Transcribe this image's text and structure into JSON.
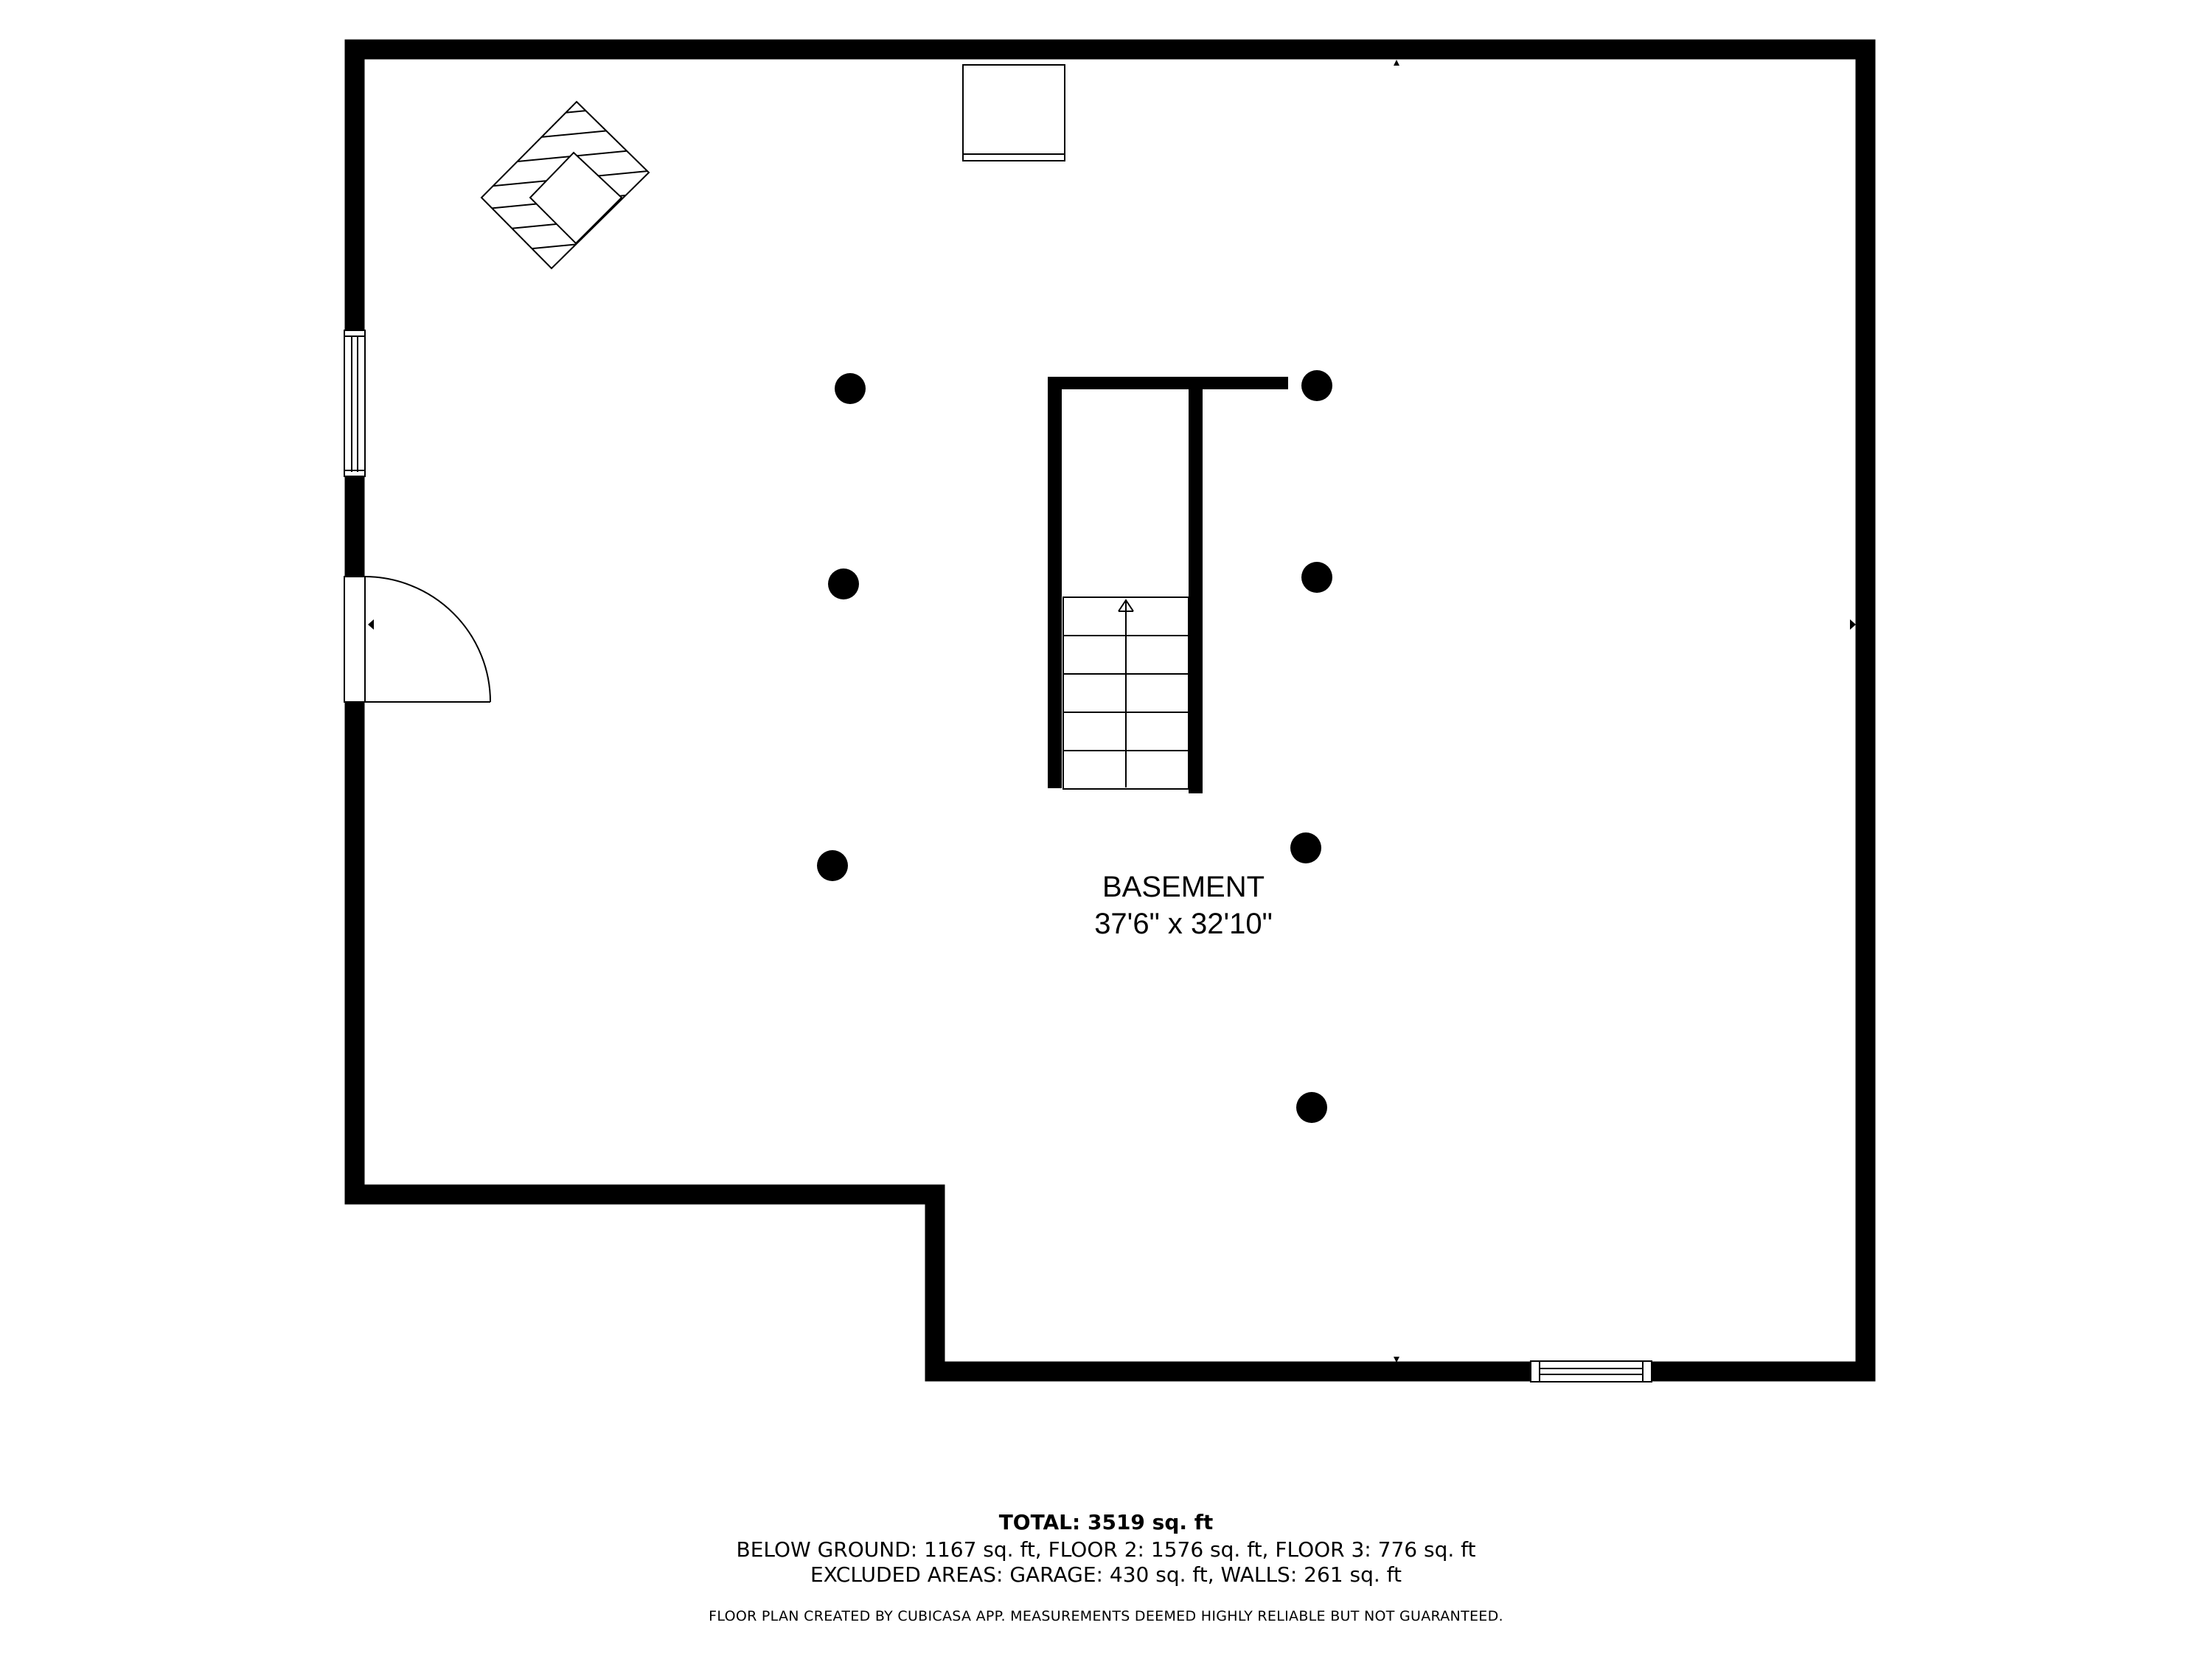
{
  "room": {
    "name": "BASEMENT",
    "dimensions": "37'6\" x 32'10\""
  },
  "summary": {
    "total": "TOTAL: 3519 sq. ft",
    "line1": "BELOW GROUND: 1167 sq. ft, FLOOR 2: 1576 sq. ft, FLOOR 3: 776 sq. ft",
    "line2": "EXCLUDED AREAS: GARAGE: 430 sq. ft, WALLS: 261 sq. ft"
  },
  "credit": "FLOOR PLAN CREATED BY CUBICASA APP. MEASUREMENTS DEEMED HIGHLY RELIABLE BUT NOT GUARANTEED.",
  "colors": {
    "wall": "#000000",
    "background": "#ffffff"
  },
  "icons": [
    "furnace-icon",
    "water-heater-icon",
    "support-column-icon",
    "staircase-icon",
    "door-icon",
    "window-icon"
  ]
}
